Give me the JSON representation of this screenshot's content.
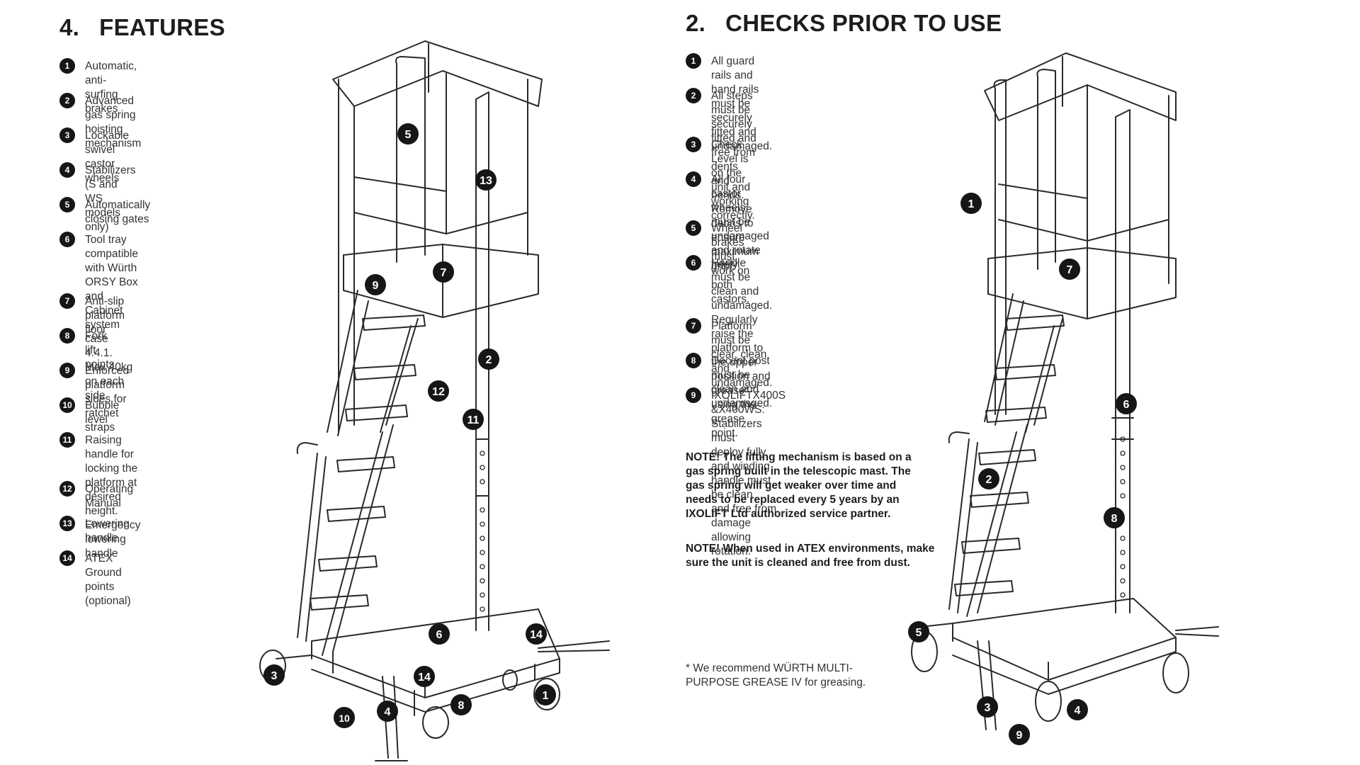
{
  "features": {
    "number": "4.",
    "title": "FEATURES",
    "items": [
      {
        "num": "1",
        "text": "Automatic, anti-surfing brakes"
      },
      {
        "num": "2",
        "text": "Advanced gas spring hoisting mechanism"
      },
      {
        "num": "3",
        "text": "Lockable swivel castor wheels"
      },
      {
        "num": "4",
        "text": "Stabilizers (S and WS models only)"
      },
      {
        "num": "5",
        "text": "Automatically closing gates"
      },
      {
        "num": "6",
        "text": "Tool tray compatible with Würth ORSY Box\nand Cabinet system case 4.4.1.\nMax 40kg on each side"
      },
      {
        "num": "7",
        "text": "Anti-slip platform floor"
      },
      {
        "num": "8",
        "text": "Fork lift points"
      },
      {
        "num": "9",
        "text": "Enforced platform sides for ratchet straps"
      },
      {
        "num": "10",
        "text": "Bubble level"
      },
      {
        "num": "11",
        "text": "Raising handle for locking the platform at\ndesired height. Emergency lowering handle"
      },
      {
        "num": "12",
        "text": "Operating Manual"
      },
      {
        "num": "13",
        "text": "Lowering handle"
      },
      {
        "num": "14",
        "text": "ATEX Ground points (optional)"
      }
    ],
    "callouts": [
      "5",
      "13",
      "7",
      "9",
      "2",
      "12",
      "11",
      "6",
      "14",
      "14",
      "3",
      "8",
      "1",
      "4",
      "10"
    ]
  },
  "checks": {
    "number": "2.",
    "title": "CHECKS PRIOR TO USE",
    "items": [
      {
        "num": "1",
        "text": "All guard rails and hand rails must be securely fitted and undamaged."
      },
      {
        "num": "2",
        "text": "All steps must be securely fitted and free from dents and\nbends. Remove debris to ensure maximum grip."
      },
      {
        "num": "3",
        "text": "Check Level is on the unit and working correctly."
      },
      {
        "num": "4",
        "text": "All four castor wheels must be\nundamaged and rotate freely."
      },
      {
        "num": "5",
        "text": "Wheel brakes must work on both castors."
      },
      {
        "num": "6",
        "text": "Handle must be clean and undamaged.\nRegularly raise the platform to the upper\nposition and grease* using the grease point."
      },
      {
        "num": "7",
        "text": "Platform must be clear, clean and undamaged."
      },
      {
        "num": "8",
        "text": "Decent post must be clean and undamaged."
      },
      {
        "num": "9",
        "text": "IXOLIFTX400S &X400WS: Stabilizers must\ndeploy fully and winding handle must be clean\nand free from damage allowing rotation."
      }
    ],
    "note1": "NOTE! The lifting mechanism is based on a\ngas spring built in the telescopic mast. The\ngas spring will get weaker over time and\nneeds to be replaced every 5 years by an\nIXOLIFT Ltd authorized service partner.",
    "note2": "NOTE! When used in ATEX environments, make\nsure the unit is cleaned and free from dust.",
    "footnote": "* We recommend WÜRTH MULTI-\nPURPOSE GREASE IV for greasing.",
    "callouts": [
      "1",
      "7",
      "6",
      "2",
      "8",
      "5",
      "3",
      "4",
      "9"
    ]
  }
}
